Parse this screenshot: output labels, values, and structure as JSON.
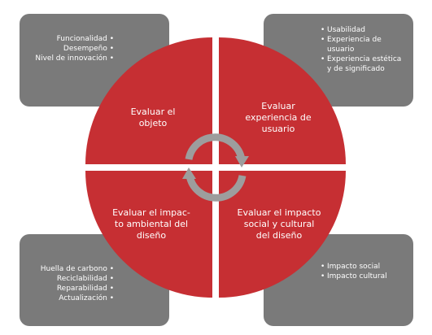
{
  "colors": {
    "circle": "#c62f33",
    "box": "#7a7a7a",
    "cycle_arrow": "#9d9d9d",
    "background": "#ffffff"
  },
  "center_icon": "cycle-arrows-icon",
  "quadrants": {
    "top_left": {
      "label": "Evaluar el\nobjeto"
    },
    "top_right": {
      "label": "Evaluar\nexperiencia de\nusuario"
    },
    "bottom_left": {
      "label": "Evaluar el impac-\nto ambiental del\ndiseño"
    },
    "bottom_right": {
      "label": "Evaluar el impacto\nsocial y cultural\ndel diseño"
    }
  },
  "boxes": {
    "top_left": {
      "items": [
        "Funcionalidad",
        "Desempeño",
        "Nivel de innovación"
      ]
    },
    "top_right": {
      "items": [
        "Usabilidad",
        "Experiencia de\nusuario",
        "Experiencia estética\ny de significado"
      ]
    },
    "bottom_left": {
      "items": [
        "Huella de carbono",
        "Reciclabilidad",
        "Reparabilidad",
        "Actualización"
      ]
    },
    "bottom_right": {
      "items": [
        "Impacto social",
        "Impacto cultural"
      ]
    }
  }
}
